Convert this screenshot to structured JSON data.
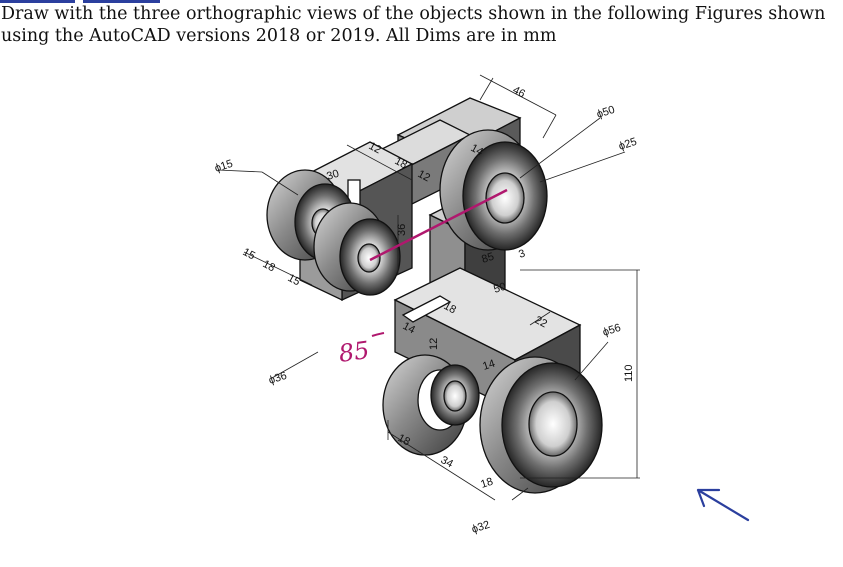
{
  "instructions": {
    "line1": "Draw with the three orthographic views of the objects shown in the following Figures shown",
    "line2": "using the AutoCAD versions 2018 or 2019. All Dims are in mm"
  },
  "dimensions": {
    "d15": "ϕ15",
    "d36": "ϕ36",
    "d50": "ϕ50",
    "d25": "ϕ25",
    "d56": "ϕ56",
    "d32": "ϕ32",
    "l46": "46",
    "l12": "12",
    "l18a": "18",
    "l12b": "12",
    "l14a": "14",
    "l30": "30",
    "l36": "36",
    "l15a": "15",
    "l18b": "18",
    "l15b": "15",
    "l85": "85",
    "l3": "3",
    "l50": "50",
    "l22": "22",
    "l18c": "18",
    "l14b": "14",
    "l12c": "12",
    "l14c": "14",
    "l110": "110",
    "l18d": "18",
    "l34": "34",
    "l18e": "18"
  },
  "annotations": {
    "handwritten": "85"
  },
  "colors": {
    "annotation_pen": "#b0186e",
    "arrow_pen": "#2b3f9e",
    "rule": "#2b3f9e"
  }
}
